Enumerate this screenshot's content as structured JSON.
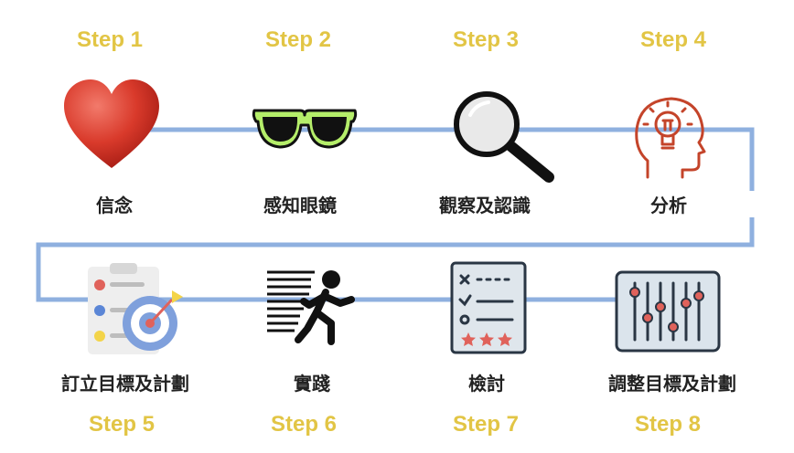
{
  "steps": [
    {
      "label": "Step 1",
      "caption": "信念",
      "icon": "heart-icon"
    },
    {
      "label": "Step 2",
      "caption": "感知眼鏡",
      "icon": "sunglasses-icon"
    },
    {
      "label": "Step 3",
      "caption": "觀察及認識",
      "icon": "magnifier-icon"
    },
    {
      "label": "Step 4",
      "caption": "分析",
      "icon": "head-lightbulb-icon"
    },
    {
      "label": "Step 5",
      "caption": "訂立目標及計劃",
      "icon": "clipboard-target-icon"
    },
    {
      "label": "Step 6",
      "caption": "實踐",
      "icon": "running-man-icon"
    },
    {
      "label": "Step 7",
      "caption": "檢討",
      "icon": "checklist-icon"
    },
    {
      "label": "Step 8",
      "caption": "調整目標及計劃",
      "icon": "mixer-sliders-icon"
    }
  ],
  "colors": {
    "step_label": "#e2c545",
    "connector": "#8fb0df",
    "heart": "#d93a2b",
    "sunglasses_frame": "#b5ee6a",
    "head_icon": "#c4442a"
  }
}
